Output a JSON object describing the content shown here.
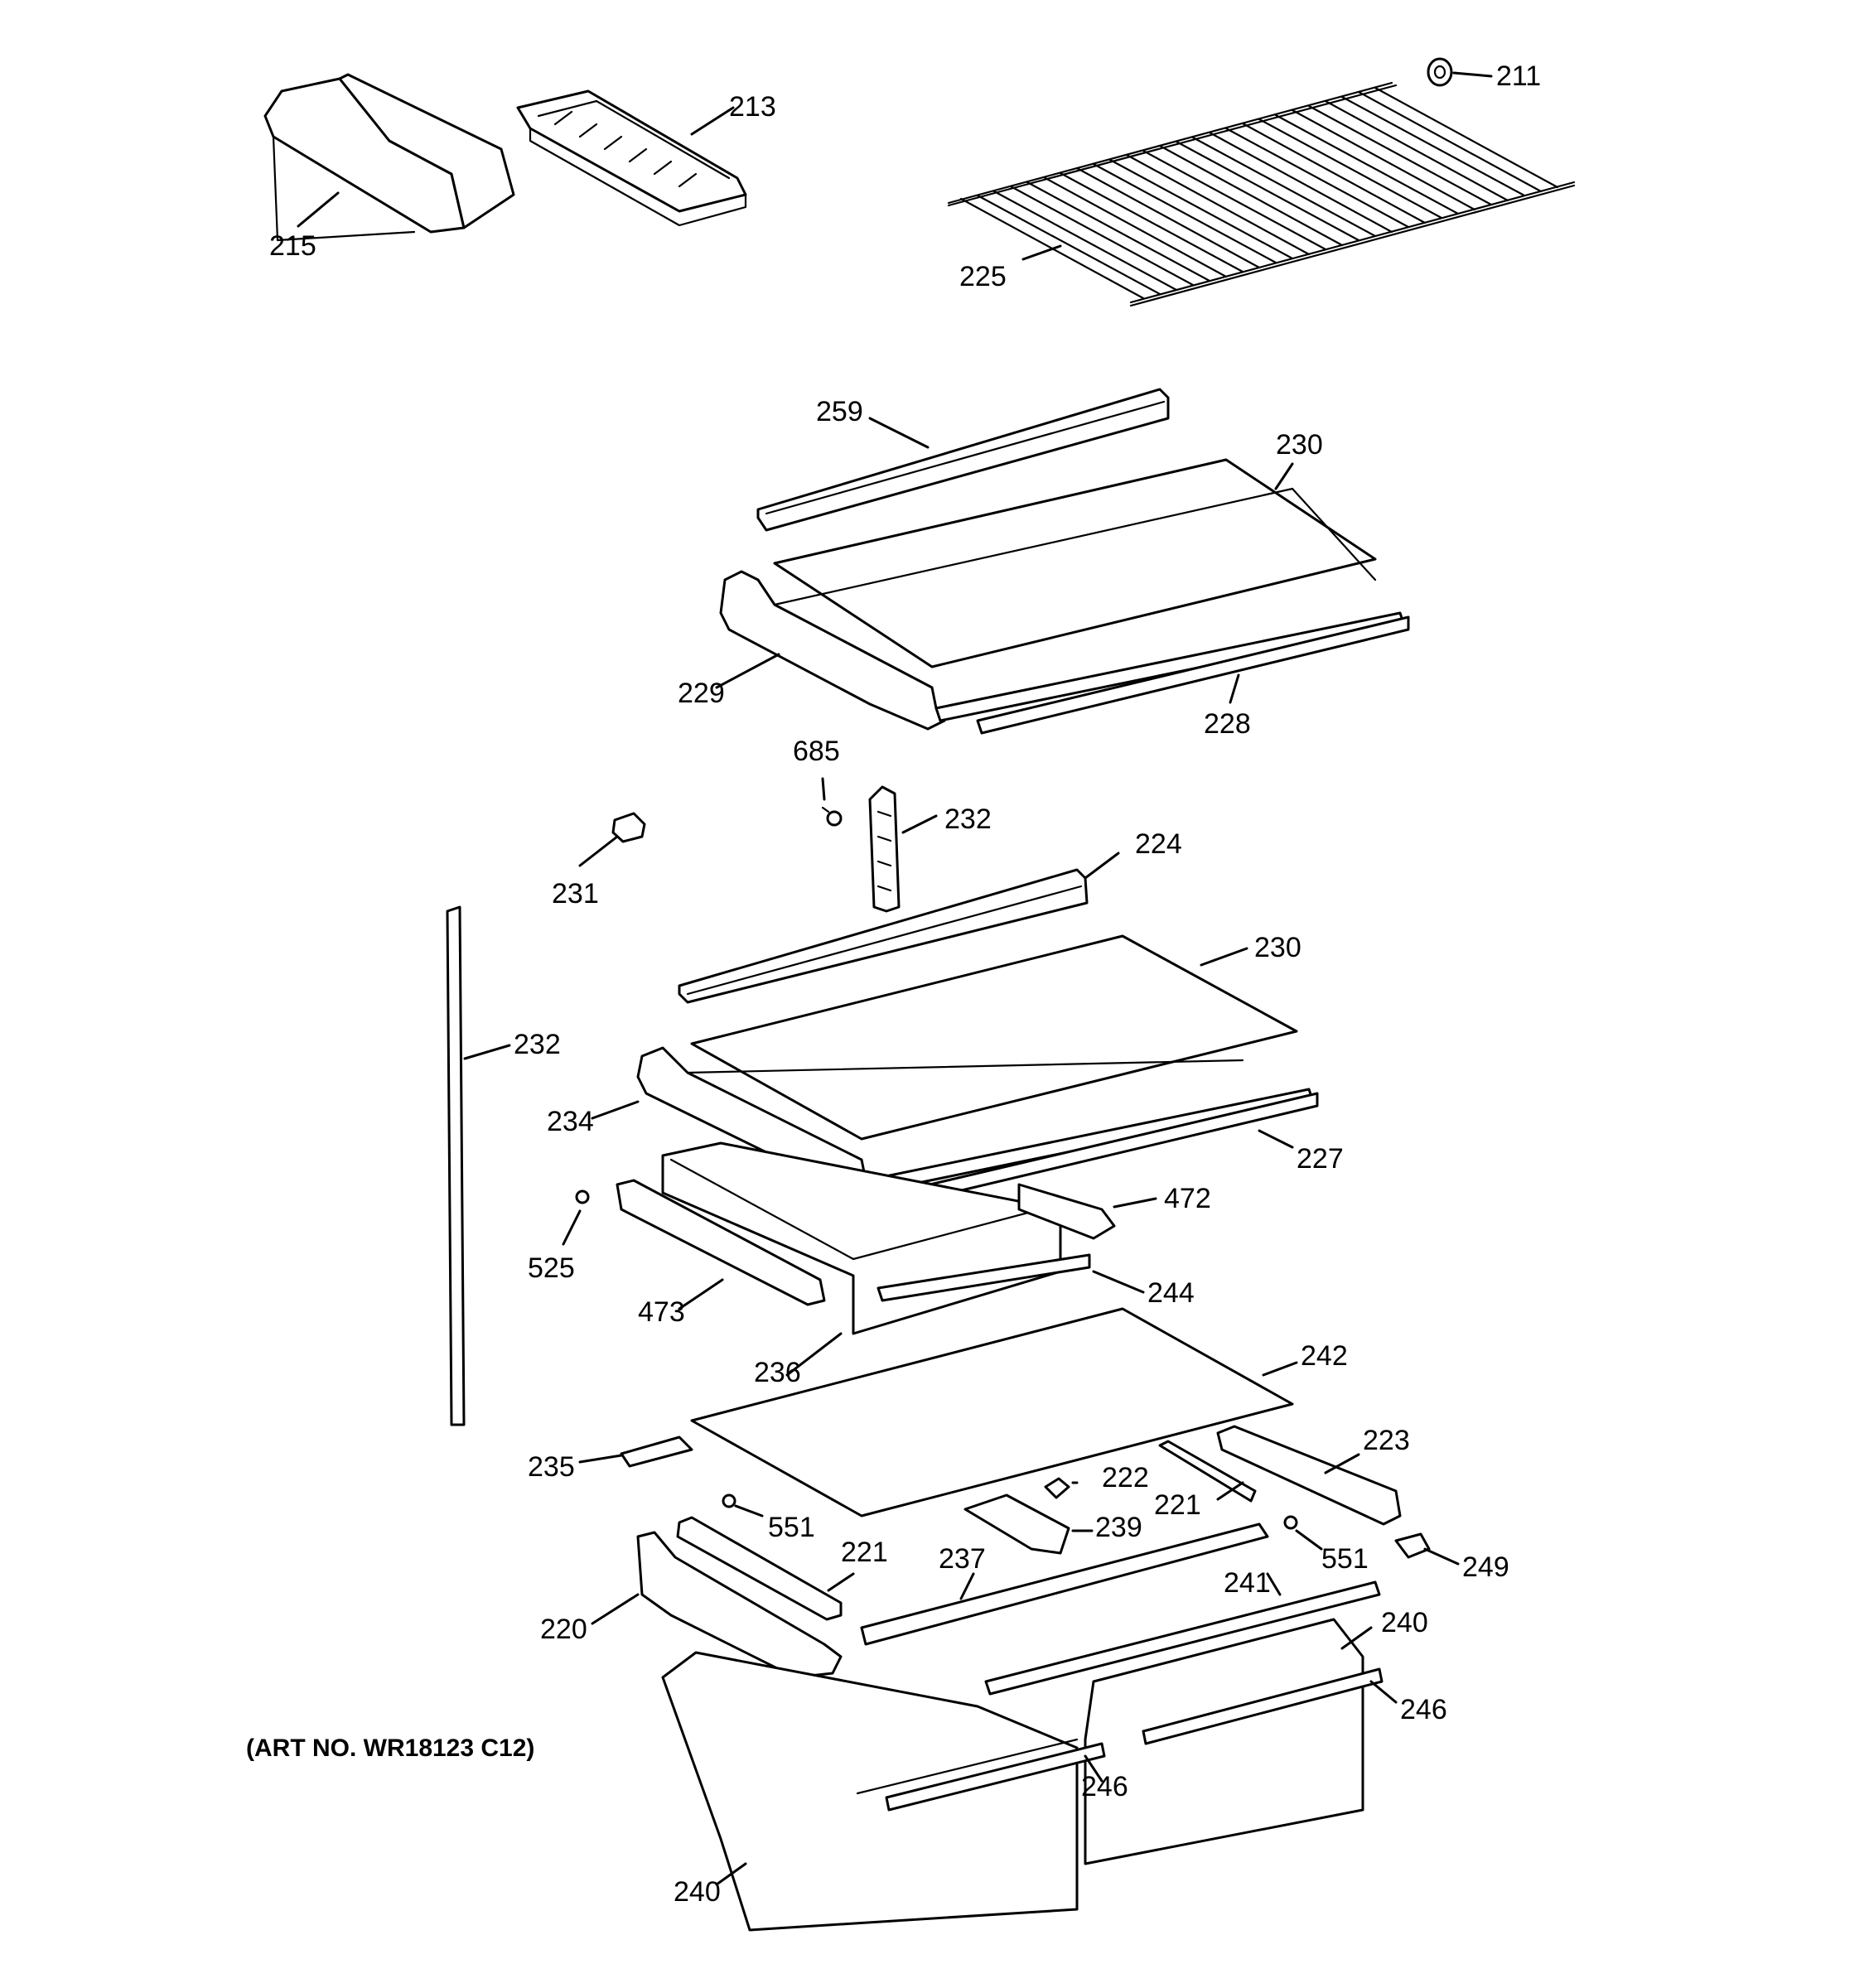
{
  "art_number": "(ART NO. WR18123 C12)",
  "labels": [
    {
      "id": "l211",
      "text": "211"
    },
    {
      "id": "l213",
      "text": "213"
    },
    {
      "id": "l215",
      "text": "215"
    },
    {
      "id": "l225",
      "text": "225"
    },
    {
      "id": "l259",
      "text": "259"
    },
    {
      "id": "l230a",
      "text": "230"
    },
    {
      "id": "l229",
      "text": "229"
    },
    {
      "id": "l228",
      "text": "228"
    },
    {
      "id": "l685",
      "text": "685"
    },
    {
      "id": "l232a",
      "text": "232"
    },
    {
      "id": "l224",
      "text": "224"
    },
    {
      "id": "l231",
      "text": "231"
    },
    {
      "id": "l230b",
      "text": "230"
    },
    {
      "id": "l232b",
      "text": "232"
    },
    {
      "id": "l234",
      "text": "234"
    },
    {
      "id": "l227",
      "text": "227"
    },
    {
      "id": "l472",
      "text": "472"
    },
    {
      "id": "l525",
      "text": "525"
    },
    {
      "id": "l473",
      "text": "473"
    },
    {
      "id": "l244",
      "text": "244"
    },
    {
      "id": "l236",
      "text": "236"
    },
    {
      "id": "l242",
      "text": "242"
    },
    {
      "id": "l235",
      "text": "235"
    },
    {
      "id": "l223",
      "text": "223"
    },
    {
      "id": "l222",
      "text": "222"
    },
    {
      "id": "l221a",
      "text": "221"
    },
    {
      "id": "l551a",
      "text": "551"
    },
    {
      "id": "l239",
      "text": "239"
    },
    {
      "id": "l551b",
      "text": "551"
    },
    {
      "id": "l249",
      "text": "249"
    },
    {
      "id": "l221b",
      "text": "221"
    },
    {
      "id": "l237",
      "text": "237"
    },
    {
      "id": "l241",
      "text": "241"
    },
    {
      "id": "l240a",
      "text": "240"
    },
    {
      "id": "l220",
      "text": "220"
    },
    {
      "id": "l246a",
      "text": "246"
    },
    {
      "id": "l246b",
      "text": "246"
    },
    {
      "id": "l240b",
      "text": "240"
    }
  ]
}
